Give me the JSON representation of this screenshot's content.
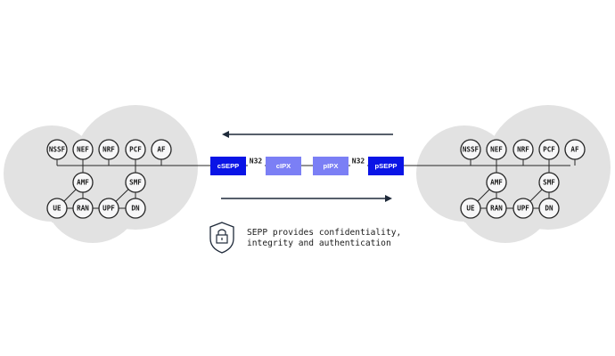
{
  "diagram": {
    "left_network": {
      "functions_top": [
        "NSSF",
        "NEF",
        "NRF",
        "PCF",
        "AF"
      ],
      "amf": "AMF",
      "smf": "SMF",
      "functions_bottom": [
        "UE",
        "RAN",
        "UPF",
        "DN"
      ]
    },
    "right_network": {
      "functions_top": [
        "NSSF",
        "NEF",
        "NRF",
        "PCF",
        "AF"
      ],
      "amf": "AMF",
      "smf": "SMF",
      "functions_bottom": [
        "UE",
        "RAN",
        "UPF",
        "DN"
      ]
    },
    "interconnect": {
      "csepp": "cSEPP",
      "n32_left": "N32",
      "cipx": "cIPX",
      "pipx": "pIPX",
      "n32_right": "N32",
      "psepp": "pSEPP"
    },
    "note": {
      "line1": "SEPP provides confidentiality,",
      "line2": "integrity and authentication",
      "icon": "padlock-shield-icon"
    },
    "colors": {
      "sepp": "#0a14e6",
      "ipx": "#7b7ff5",
      "cloud": "#e2e2e2",
      "arrow": "#1f2a3a"
    }
  }
}
